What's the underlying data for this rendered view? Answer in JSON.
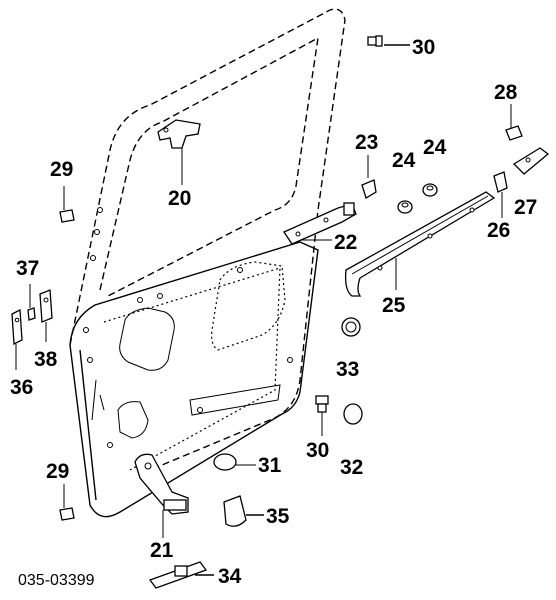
{
  "diagram_code": "035-03399",
  "callouts": {
    "c20": "20",
    "c21": "21",
    "c22": "22",
    "c23": "23",
    "c24a": "24",
    "c24b": "24",
    "c25": "25",
    "c26": "26",
    "c27": "27",
    "c28": "28",
    "c29a": "29",
    "c29b": "29",
    "c30a": "30",
    "c30b": "30",
    "c31": "31",
    "c32": "32",
    "c33": "33",
    "c34": "34",
    "c35": "35",
    "c36": "36",
    "c37": "37",
    "c38": "38"
  }
}
